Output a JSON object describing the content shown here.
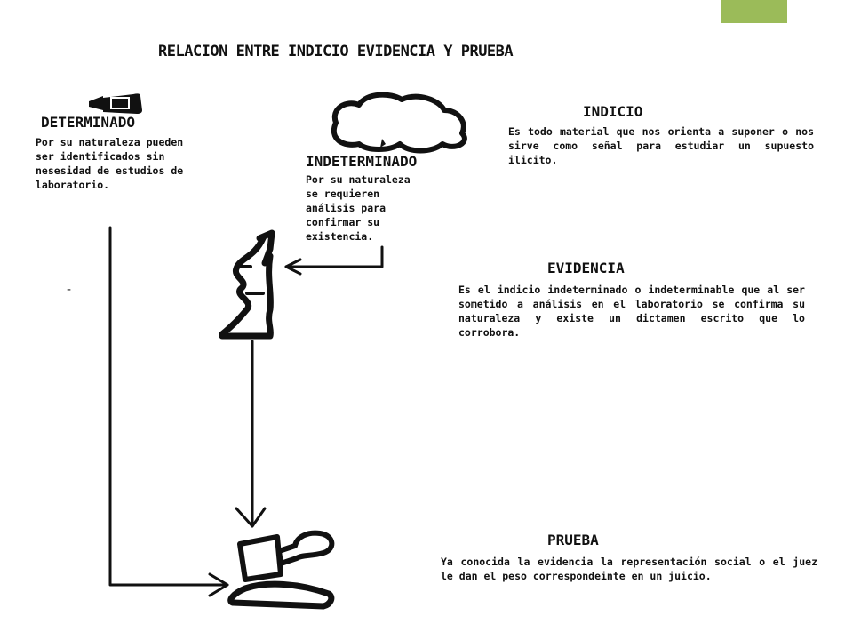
{
  "title": "RELACION ENTRE INDICIO EVIDENCIA Y PRUEBA",
  "determinado": {
    "heading": "DETERMINADO",
    "text": "Por su naturaleza pueden ser identificados sin nesesidad de estudios de laboratorio."
  },
  "indeterminado": {
    "heading": "INDETERMINADO",
    "text": "Por su naturaleza se requieren análisis para confirmar su existencia."
  },
  "indicio": {
    "heading": "INDICIO",
    "text": "Es todo material que nos orienta a suponer o  nos sirve como señal para estudiar un supuesto ilicito."
  },
  "evidencia": {
    "heading": "EVIDENCIA",
    "text": "Es el indicio indeterminado o indeterminable que al ser sometido a análisis en el laboratorio se confirma su naturaleza y existe un dictamen escrito que lo corrobora."
  },
  "prueba": {
    "heading": "PRUEBA",
    "text": "Ya conocida la evidencia la representación social o el juez le dan el peso correspondeinte en un juicio."
  },
  "colors": {
    "accent": "#9bbb59",
    "ink": "#111111",
    "background": "#ffffff"
  },
  "icons": [
    "hammer-icon",
    "cloud-blob-icon",
    "test-tube-icon",
    "gavel-icon"
  ]
}
